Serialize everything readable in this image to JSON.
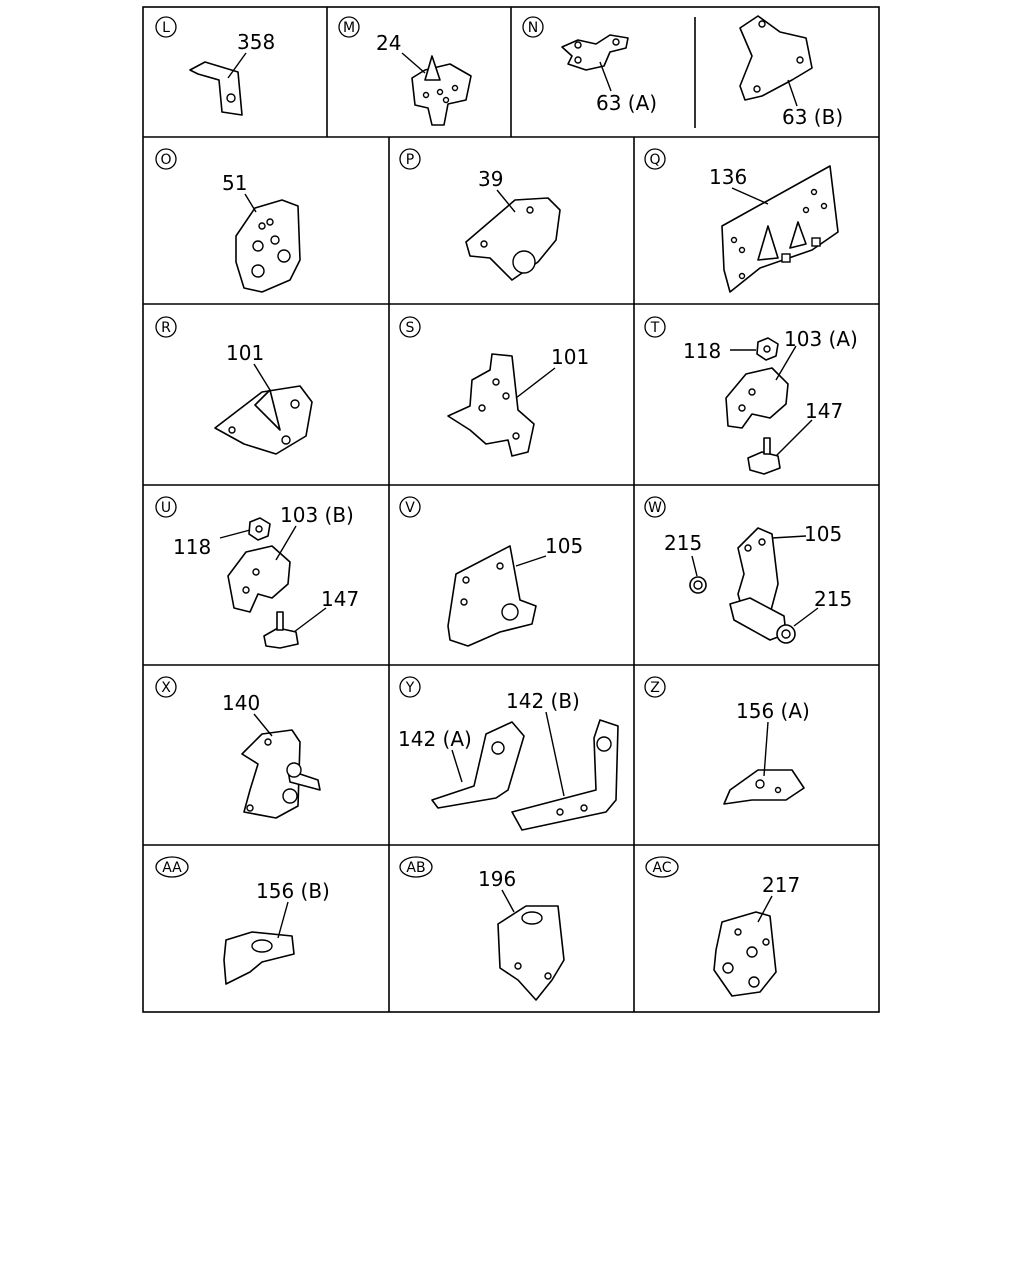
{
  "cells": {
    "L": {
      "letter": "L",
      "callouts": [
        "358"
      ]
    },
    "M": {
      "letter": "M",
      "callouts": [
        "24"
      ]
    },
    "N": {
      "letter": "N",
      "callouts": [
        "63 (A)",
        "63 (B)"
      ]
    },
    "O": {
      "letter": "O",
      "callouts": [
        "51"
      ]
    },
    "P": {
      "letter": "P",
      "callouts": [
        "39"
      ]
    },
    "Q": {
      "letter": "Q",
      "callouts": [
        "136"
      ]
    },
    "R": {
      "letter": "R",
      "callouts": [
        "101"
      ]
    },
    "S": {
      "letter": "S",
      "callouts": [
        "101"
      ]
    },
    "T": {
      "letter": "T",
      "callouts": [
        "118",
        "103 (A)",
        "147"
      ]
    },
    "U": {
      "letter": "U",
      "callouts": [
        "118",
        "103 (B)",
        "147"
      ]
    },
    "V": {
      "letter": "V",
      "callouts": [
        "105"
      ]
    },
    "W": {
      "letter": "W",
      "callouts": [
        "215",
        "105",
        "215"
      ]
    },
    "X": {
      "letter": "X",
      "callouts": [
        "140"
      ]
    },
    "Y": {
      "letter": "Y",
      "callouts": [
        "142 (A)",
        "142 (B)"
      ]
    },
    "Z": {
      "letter": "Z",
      "callouts": [
        "156 (A)"
      ]
    },
    "AA": {
      "letter": "AA",
      "callouts": [
        "156 (B)"
      ]
    },
    "AB": {
      "letter": "AB",
      "callouts": [
        "196"
      ]
    },
    "AC": {
      "letter": "AC",
      "callouts": [
        "217"
      ]
    }
  }
}
